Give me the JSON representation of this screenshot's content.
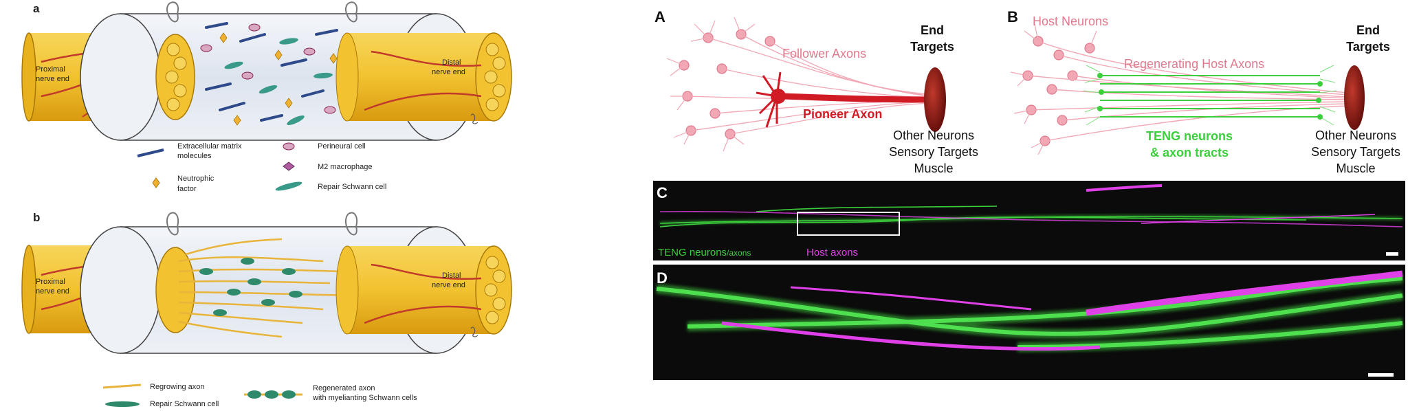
{
  "left": {
    "panel_a": {
      "letter": "a",
      "proximal": [
        "Proximal",
        "nerve end"
      ],
      "distal": [
        "Distal",
        "nerve end"
      ],
      "legend": {
        "ecm": [
          "Extracellular matrix",
          "molecules"
        ],
        "neurotrophic": [
          "Neutrophic",
          "factor"
        ],
        "perineural": "Perineural cell",
        "m2": "M2 macrophage",
        "repair_sc": "Repair Schwann cell"
      }
    },
    "panel_b": {
      "letter": "b",
      "proximal": [
        "Proximal",
        "nerve end"
      ],
      "distal": [
        "Distal",
        "nerve end"
      ],
      "legend": {
        "regrowing": "Regrowing axon",
        "repair_sc": "Repair Schwann cell",
        "regenerated": [
          "Regenerated axon",
          "with myelianting Schwann cells"
        ]
      }
    }
  },
  "right": {
    "panel_A": {
      "letter": "A",
      "follower": "Follower Axons",
      "pioneer": "Pioneer Axon",
      "end_targets": [
        "End",
        "Targets"
      ],
      "targets_list": [
        "Other Neurons",
        "Sensory Targets",
        "Muscle"
      ]
    },
    "panel_B": {
      "letter": "B",
      "host_neurons": "Host Neurons",
      "regenerating": "Regenerating Host Axons",
      "teng": [
        "TENG neurons",
        "& axon tracts"
      ],
      "end_targets": [
        "End",
        "Targets"
      ],
      "targets_list": [
        "Other Neurons",
        "Sensory Targets",
        "Muscle"
      ]
    },
    "panel_C": {
      "letter": "C",
      "teng_label": "TENG neurons",
      "teng_suffix": "/axons",
      "host_label": "Host axons"
    },
    "panel_D": {
      "letter": "D"
    }
  },
  "colors": {
    "gold": "#f2c230",
    "gold_dark": "#d89a10",
    "vessel": "#c0392b",
    "tube": "#e3e9f2",
    "neuron_pink": "#f2a7b5",
    "pioneer_red": "#d01a24",
    "teng_green": "#3ccf3c",
    "host_magenta": "#e040e8",
    "micro_bg": "#0b0b0b"
  }
}
